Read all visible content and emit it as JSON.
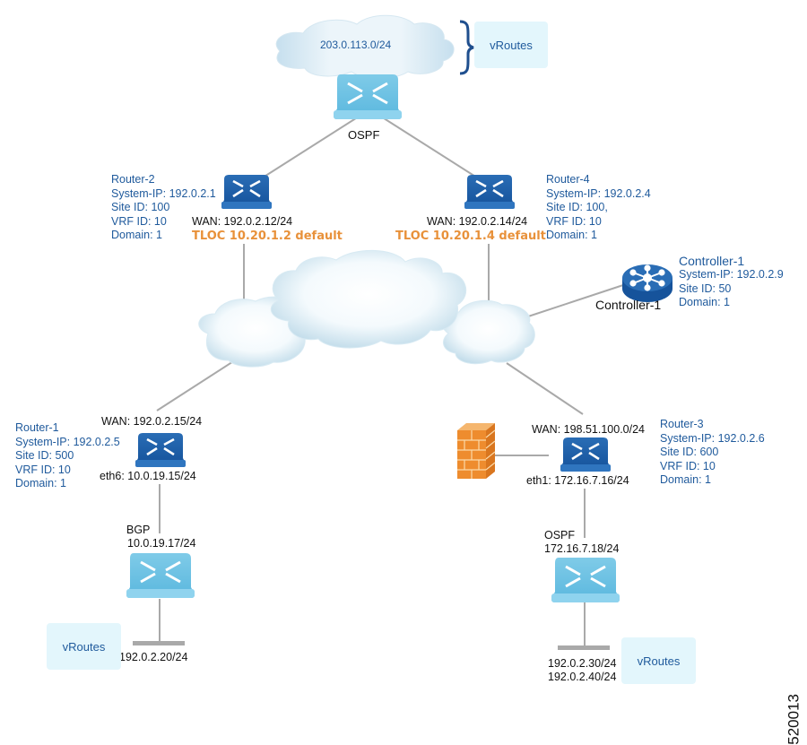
{
  "top_cloud": {
    "label": "203.0.113.0/24"
  },
  "top_vroutes": {
    "label": "vRoutes"
  },
  "ospf_top": {
    "label": "OSPF"
  },
  "router2": {
    "info": [
      "Router-2",
      "System-IP: 192.0.2.1",
      "Site ID: 100",
      "VRF ID: 10",
      "Domain: 1"
    ],
    "wan": "WAN: 192.0.2.12/24",
    "tloc": "TLOC 10.20.1.2 default"
  },
  "router4": {
    "info": [
      "Router-4",
      "System-IP: 192.0.2.4",
      "Site ID: 100,",
      "VRF ID: 10",
      "Domain: 1"
    ],
    "wan": "WAN: 192.0.2.14/24",
    "tloc": "TLOC 10.20.1.4 default"
  },
  "controller1": {
    "info": [
      "Controller-1",
      "System-IP: 192.0.2.9",
      "Site ID: 50",
      "Domain: 1"
    ],
    "caption": "Controller-1"
  },
  "router1": {
    "info": [
      "Router-1",
      "System-IP: 192.0.2.5",
      "Site ID: 500",
      "VRF ID: 10",
      "Domain: 1"
    ],
    "wan": "WAN: 192.0.2.15/24",
    "lan": "eth6: 10.0.19.15/24"
  },
  "router3": {
    "info": [
      "Router-3",
      "System-IP: 192.0.2.6",
      "Site ID: 600",
      "VRF ID: 10",
      "Domain: 1"
    ],
    "wan": "WAN: 198.51.100.0/24",
    "lan": "eth1: 172.16.7.16/24"
  },
  "left_lan": {
    "protocol": "BGP",
    "router_ip": "10.0.19.17/24",
    "subnet": "192.0.2.20/24",
    "vroutes": "vRoutes"
  },
  "right_lan": {
    "protocol": "OSPF",
    "router_ip": "172.16.7.18/24",
    "subnets": [
      "192.0.2.30/24",
      "192.0.2.40/24"
    ],
    "vroutes": "vRoutes"
  },
  "figure_id": "520013",
  "colors": {
    "label_blue": "#1f5a9c",
    "tloc_orange": "#e8913a",
    "router_dark": "#1d5fa8",
    "router_light": "#6cc4e4",
    "line_gray": "#a9a9a9",
    "vroutes_bg": "#e3f6fc"
  }
}
